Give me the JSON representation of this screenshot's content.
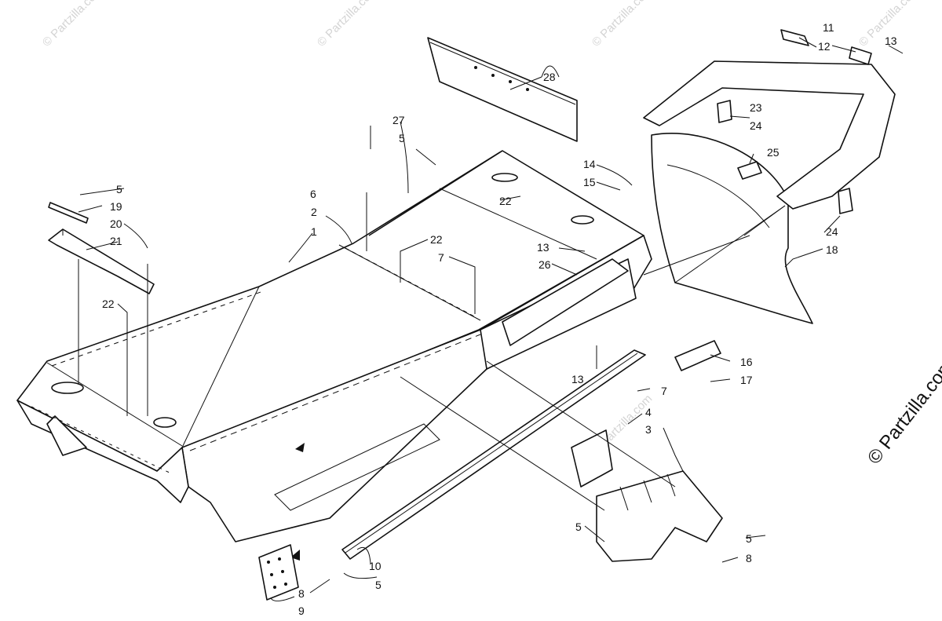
{
  "watermark": "© Partzilla.com",
  "brand_mark": "© Partzilla.com",
  "callouts": [
    {
      "id": "c1",
      "text": "1"
    },
    {
      "id": "c2",
      "text": "2"
    },
    {
      "id": "c3",
      "text": "3"
    },
    {
      "id": "c4",
      "text": "4"
    },
    {
      "id": "c5a",
      "text": "5"
    },
    {
      "id": "c5b",
      "text": "5"
    },
    {
      "id": "c5c",
      "text": "5"
    },
    {
      "id": "c5d",
      "text": "5"
    },
    {
      "id": "c5e",
      "text": "5"
    },
    {
      "id": "c6",
      "text": "6"
    },
    {
      "id": "c7a",
      "text": "7"
    },
    {
      "id": "c7b",
      "text": "7"
    },
    {
      "id": "c8a",
      "text": "8"
    },
    {
      "id": "c8b",
      "text": "8"
    },
    {
      "id": "c9",
      "text": "9"
    },
    {
      "id": "c10",
      "text": "10"
    },
    {
      "id": "c11",
      "text": "11"
    },
    {
      "id": "c12",
      "text": "12"
    },
    {
      "id": "c13a",
      "text": "13"
    },
    {
      "id": "c13b",
      "text": "13"
    },
    {
      "id": "c13c",
      "text": "13"
    },
    {
      "id": "c14",
      "text": "14"
    },
    {
      "id": "c15",
      "text": "15"
    },
    {
      "id": "c16",
      "text": "16"
    },
    {
      "id": "c17",
      "text": "17"
    },
    {
      "id": "c18",
      "text": "18"
    },
    {
      "id": "c19",
      "text": "19"
    },
    {
      "id": "c20",
      "text": "20"
    },
    {
      "id": "c21",
      "text": "21"
    },
    {
      "id": "c22a",
      "text": "22"
    },
    {
      "id": "c22b",
      "text": "22"
    },
    {
      "id": "c22c",
      "text": "22"
    },
    {
      "id": "c23",
      "text": "23"
    },
    {
      "id": "c24a",
      "text": "24"
    },
    {
      "id": "c24b",
      "text": "24"
    },
    {
      "id": "c25",
      "text": "25"
    },
    {
      "id": "c26",
      "text": "26"
    },
    {
      "id": "c27",
      "text": "27"
    },
    {
      "id": "c28",
      "text": "28"
    }
  ]
}
